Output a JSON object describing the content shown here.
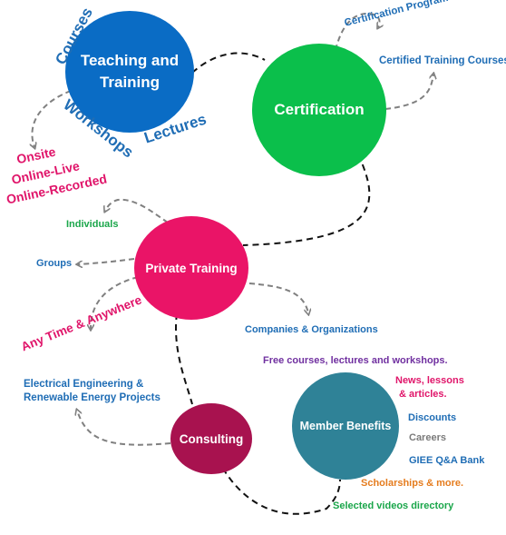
{
  "nodes": {
    "teaching": {
      "label": "Teaching and Training",
      "color": "#0a6cc5"
    },
    "certification": {
      "label": "Certification",
      "color": "#0bbf4b"
    },
    "private": {
      "label": "Private Training",
      "color": "#ea1467"
    },
    "consulting": {
      "label": "Consulting",
      "color": "#a8124f"
    },
    "member": {
      "label": "Member Benefits",
      "color": "#2f8297"
    }
  },
  "teaching": {
    "courses": "Courses",
    "workshops": "Workshops",
    "lectures": "Lectures",
    "onsite": "Onsite",
    "online_live": "Online-Live",
    "online_recorded": "Online-Recorded"
  },
  "certification": {
    "programs": "Certification Programs",
    "courses": "Certified Training Courses"
  },
  "private": {
    "individuals": "Individuals",
    "groups": "Groups",
    "companies": "Companies & Organizations",
    "anytime": "Any Time & Anywhere"
  },
  "consulting": {
    "projects_line1": "Electrical Engineering &",
    "projects_line2": "Renewable Energy Projects"
  },
  "member": {
    "free": "Free courses, lectures and workshops.",
    "news_line1": "News, lessons",
    "news_line2": "& articles.",
    "discounts": "Discounts",
    "careers": "Careers",
    "qa": "GIEE Q&A Bank",
    "scholarships": "Scholarships & more.",
    "videos": "Selected videos directory"
  }
}
